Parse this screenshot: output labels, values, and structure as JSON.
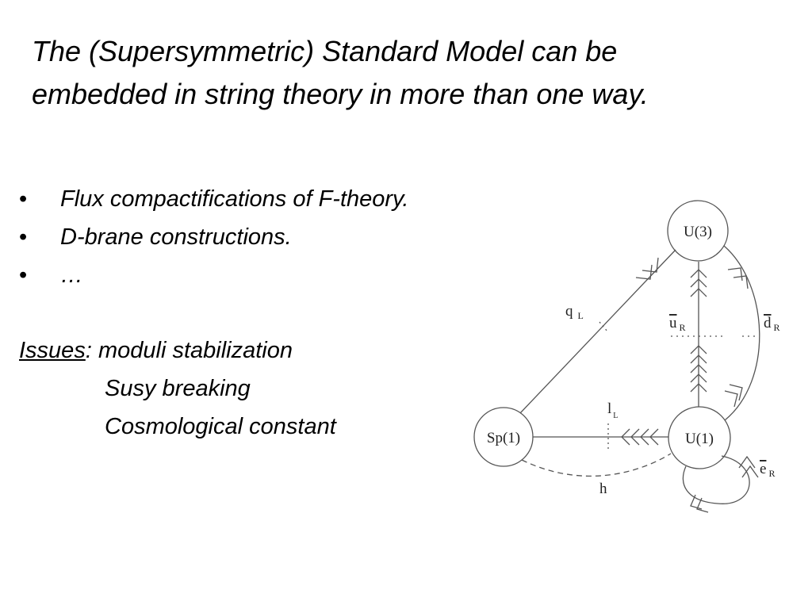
{
  "title": {
    "line1": "The (Supersymmetric) Standard Model can be",
    "line2": "embedded in string theory in more than one way."
  },
  "bullets": [
    {
      "marker": "•",
      "text": "Flux compactifications of F-theory."
    },
    {
      "marker": "•",
      "text": "D-brane constructions."
    },
    {
      "marker": "•",
      "text": "…"
    }
  ],
  "issues": {
    "label": "Issues",
    "separator": ": ",
    "items": [
      "moduli stabilization",
      "Susy breaking",
      "Cosmological constant"
    ]
  },
  "diagram": {
    "nodes": {
      "u3": "U(3)",
      "u1": "U(1)",
      "sp1": "Sp(1)"
    },
    "edges": {
      "qL": {
        "main": "q",
        "sub": "L"
      },
      "uR": {
        "main": "u",
        "sub": "R"
      },
      "dR": {
        "main": "d",
        "sub": "R"
      },
      "lL": {
        "main": "l",
        "sub": "L"
      },
      "eR": {
        "main": "e",
        "sub": "R"
      },
      "h": {
        "main": "h"
      }
    },
    "line_color": "#555555"
  }
}
